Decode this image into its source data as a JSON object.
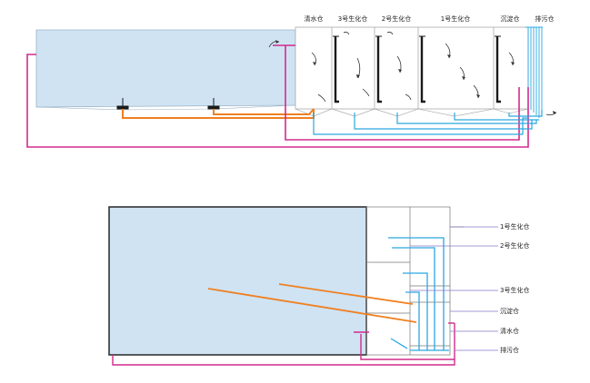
{
  "side_view": {
    "compartments": [
      "清水仓",
      "3号生化仓",
      "2号生化仓",
      "1号生化仓",
      "沉淀仓",
      "排污仓"
    ]
  },
  "plan_view": {
    "labels": [
      "1号生化仓",
      "2号生化仓",
      "3号生化仓",
      "沉淀仓",
      "清水仓",
      "排污仓"
    ]
  },
  "colors": {
    "water": "#cfe3f3",
    "orange_pipe": "#f08020",
    "cyan_pipe": "#2aa8e0",
    "magenta_pipe": "#d22b8c",
    "leader_line": "#8878c8",
    "outline": "#333333"
  }
}
